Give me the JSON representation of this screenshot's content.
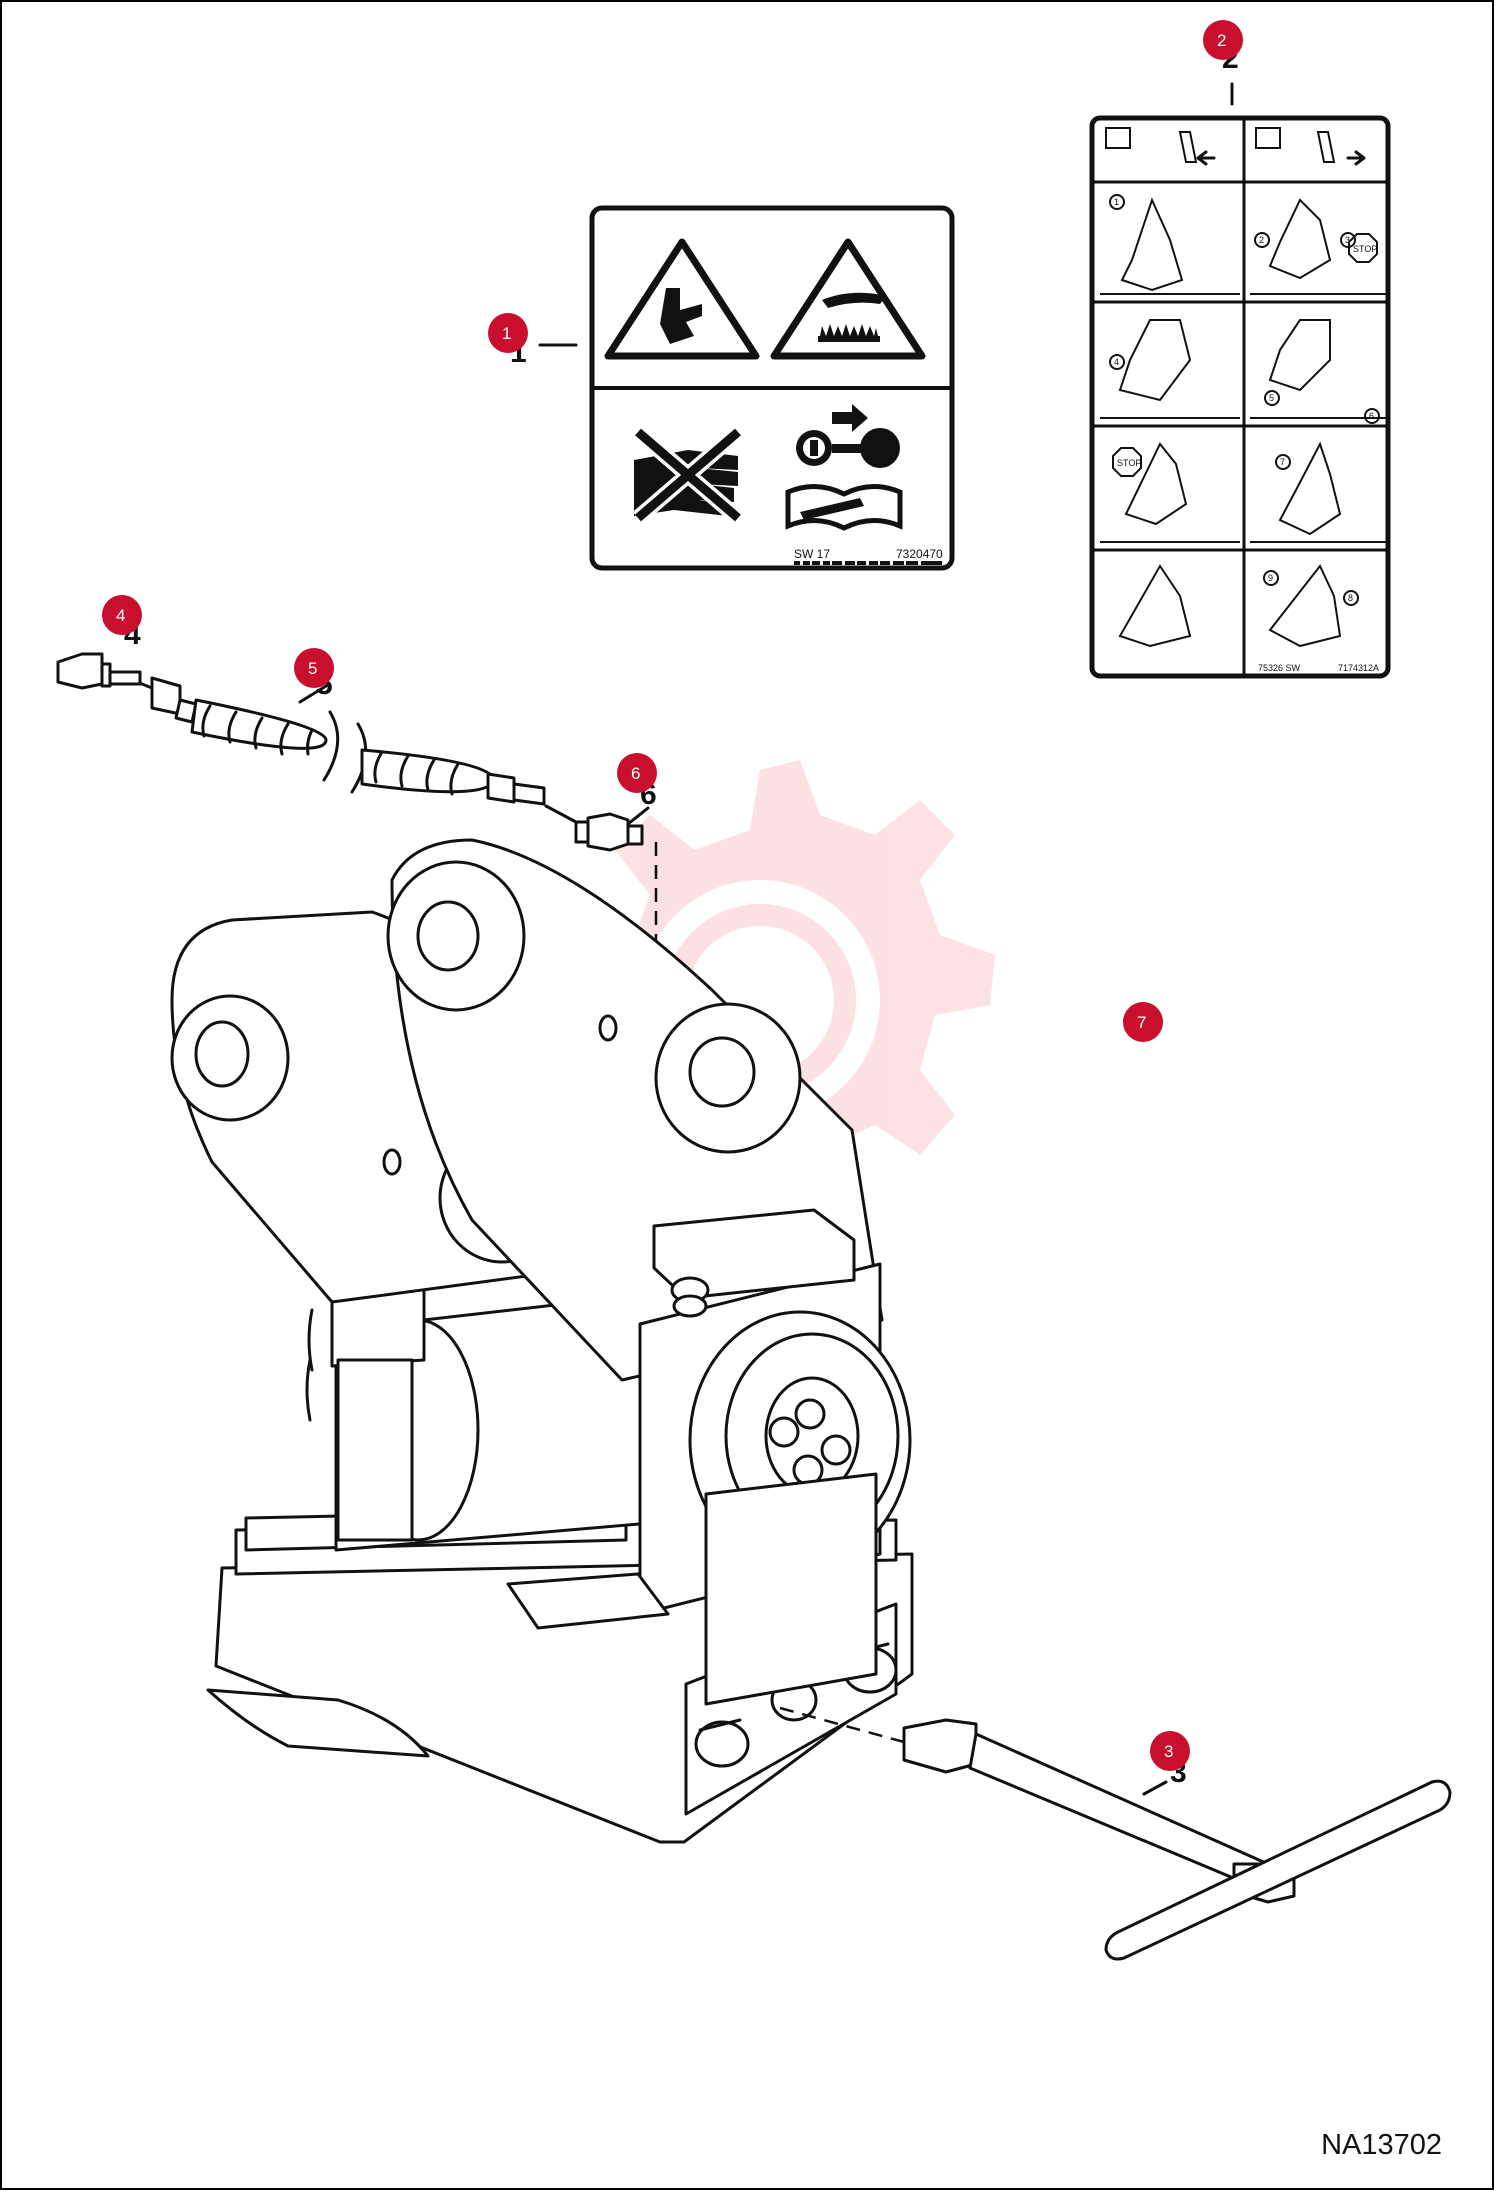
{
  "drawing_code": "NA13702",
  "accent_color": "#c8102e",
  "callouts": [
    {
      "label": "1",
      "part_number": "1"
    },
    {
      "label": "2",
      "part_number": "2"
    },
    {
      "label": "3",
      "part_number": "3"
    },
    {
      "label": "4",
      "part_number": "4"
    },
    {
      "label": "5",
      "part_number": "5"
    },
    {
      "label": "6",
      "part_number": "6"
    },
    {
      "label": "7"
    }
  ],
  "decal_1": {
    "left_code": "SW 17",
    "right_code": "7320470"
  },
  "decal_2": {
    "left_code": "75326 SW",
    "right_code": "7174312A",
    "steps": [
      "1",
      "2",
      "3",
      "4",
      "5",
      "6",
      "7",
      "8",
      "9"
    ],
    "stop_text": "STOP"
  }
}
